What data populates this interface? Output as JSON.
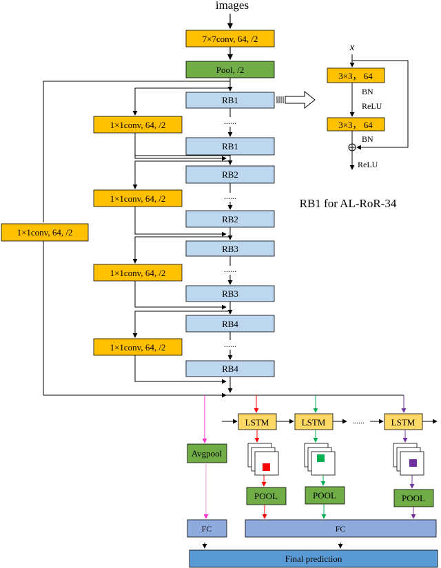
{
  "title": "images",
  "stem": {
    "conv7": "7×7conv, 64, /2",
    "pool": "Pool, /2"
  },
  "stages": {
    "rb1": "RB1",
    "rb2": "RB2",
    "rb3": "RB3",
    "rb4": "RB4",
    "shortcut_conv": "1×1conv, 64, /2",
    "dots": "......"
  },
  "detail": {
    "input": "x",
    "conv_a": "3×3， 64",
    "conv_b": "3×3， 64",
    "bn_a": "BN",
    "relu_a": "ReLU",
    "bn_b": "BN",
    "relu_b": "ReLU",
    "caption": "RB1 for AL-RoR-34"
  },
  "head": {
    "lstm": "LSTM",
    "dots": "......",
    "avgpool": "Avgpool",
    "pool": "POOL",
    "fc": "FC",
    "final": "Final prediction"
  },
  "colors": {
    "orange": "#FFC000",
    "green": "#70AD47",
    "blue_light": "#BDD7EE",
    "lstm": "#FFD966",
    "fc": "#8FAADC",
    "final": "#5B9BD5",
    "red": "#FF0000",
    "teal": "#00B050",
    "purple": "#7030A0",
    "pink": "#FF33CC"
  }
}
